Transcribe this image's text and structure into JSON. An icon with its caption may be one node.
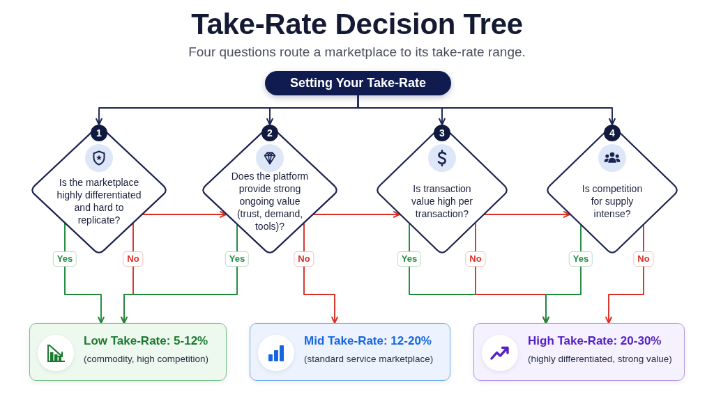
{
  "diagram": {
    "title": "Take-Rate Decision Tree",
    "nodes": [
      {
        "text": [
          "Setting Your Take-Rate"
        ]
      },
      {
        "text": [
          "1",
          "Is the marketplace highly differentiated and hard to replicate?"
        ]
      },
      {
        "text": [
          "2",
          "Does the platform provide strong ongoing value (trust, demand, tools)?"
        ]
      },
      {
        "text": [
          "3",
          "Is transaction value high per transaction?"
        ]
      },
      {
        "text": [
          "4",
          "Is competition for supply intense?"
        ]
      },
      {
        "text": [
          "Low Take-Rate: 5-12%",
          "(commodity, high competition)"
        ]
      },
      {
        "text": [
          "Mid Take-Rate: 12-20%",
          "(standard service marketplace)"
        ]
      },
      {
        "text": [
          "High Take-Rate: 20-30%",
          "(highly differentiated, strong value)"
        ]
      }
    ],
    "edges": [
      {
        "from": 0,
        "to": 1,
        "arrow": "to",
        "color": "#1b2452"
      },
      {
        "from": 0,
        "to": 2,
        "arrow": "to",
        "color": "#1b2452"
      },
      {
        "from": 0,
        "to": 3,
        "arrow": "to",
        "color": "#1b2452"
      },
      {
        "from": 0,
        "to": 4,
        "arrow": "to",
        "color": "#1b2452"
      },
      {
        "from": 1,
        "to": 2,
        "arrow": "to"
      },
      {
        "from": 2,
        "to": 3,
        "arrow": "to"
      },
      {
        "from": 3,
        "to": 4,
        "arrow": "to"
      },
      {
        "from": 1,
        "to": 5,
        "arrow": "to",
        "label": "Yes",
        "color": "#1f8a3b"
      },
      {
        "from": 1,
        "to": 5,
        "arrow": "to",
        "label": "No"
      },
      {
        "from": 2,
        "to": 5,
        "arrow": "to",
        "label": "Yes",
        "color": "#1f8a3b"
      },
      {
        "from": 2,
        "to": 6,
        "arrow": "to",
        "label": "No"
      },
      {
        "from": 3,
        "to": 7,
        "arrow": "to",
        "label": "Yes",
        "color": "#1f8a3b"
      },
      {
        "from": 3,
        "to": 7,
        "arrow": "to",
        "label": "No"
      },
      {
        "from": 4,
        "to": 7,
        "arrow": "to",
        "label": "Yes",
        "color": "#1f8a3b"
      },
      {
        "from": 4,
        "to": 7,
        "arrow": "to",
        "label": "No"
      }
    ],
    "labels": [
      "Four questions route a marketplace to its take-rate range."
    ]
  }
}
